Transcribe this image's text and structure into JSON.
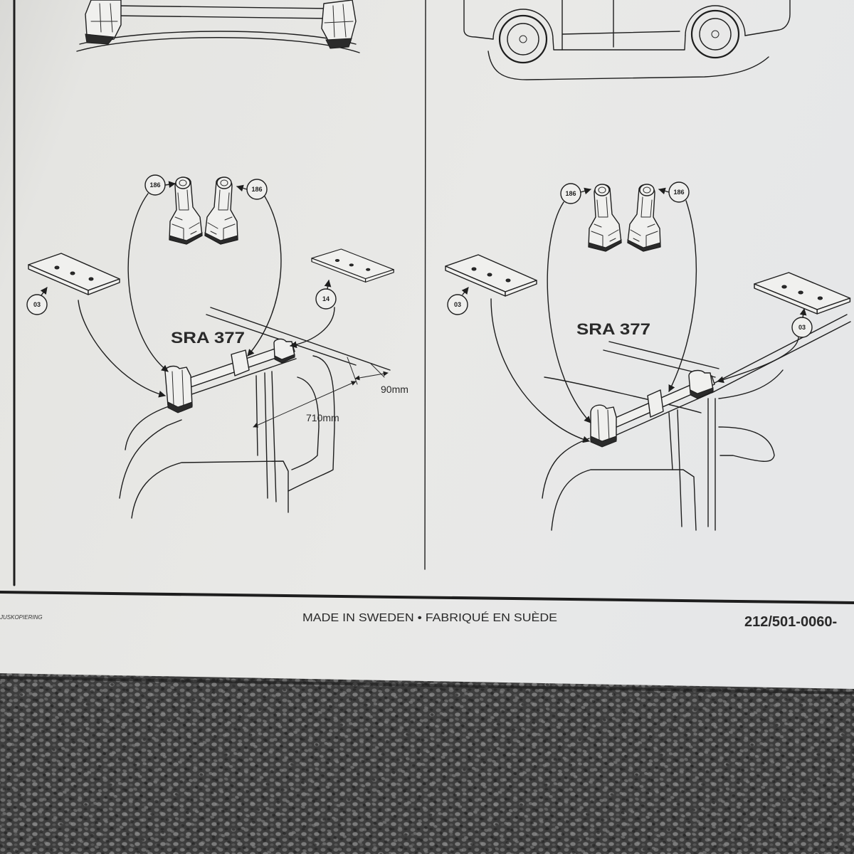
{
  "left_panel": {
    "model": "SRA 377",
    "callouts": {
      "foot_left": "186",
      "foot_right": "186",
      "pad_left": "03",
      "pad_right": "14"
    },
    "dimensions": {
      "small": "90mm",
      "large": "710mm"
    }
  },
  "right_panel": {
    "model": "SRA 377",
    "callouts": {
      "foot_left": "186",
      "foot_right": "186",
      "pad_left": "03",
      "pad_right": "03"
    }
  },
  "footer": {
    "left_fragment": "JUSKOPIERING",
    "origin": "MADE IN SWEDEN • FABRIQUÉ EN SUÈDE",
    "part_number": "212/501-0060-"
  }
}
